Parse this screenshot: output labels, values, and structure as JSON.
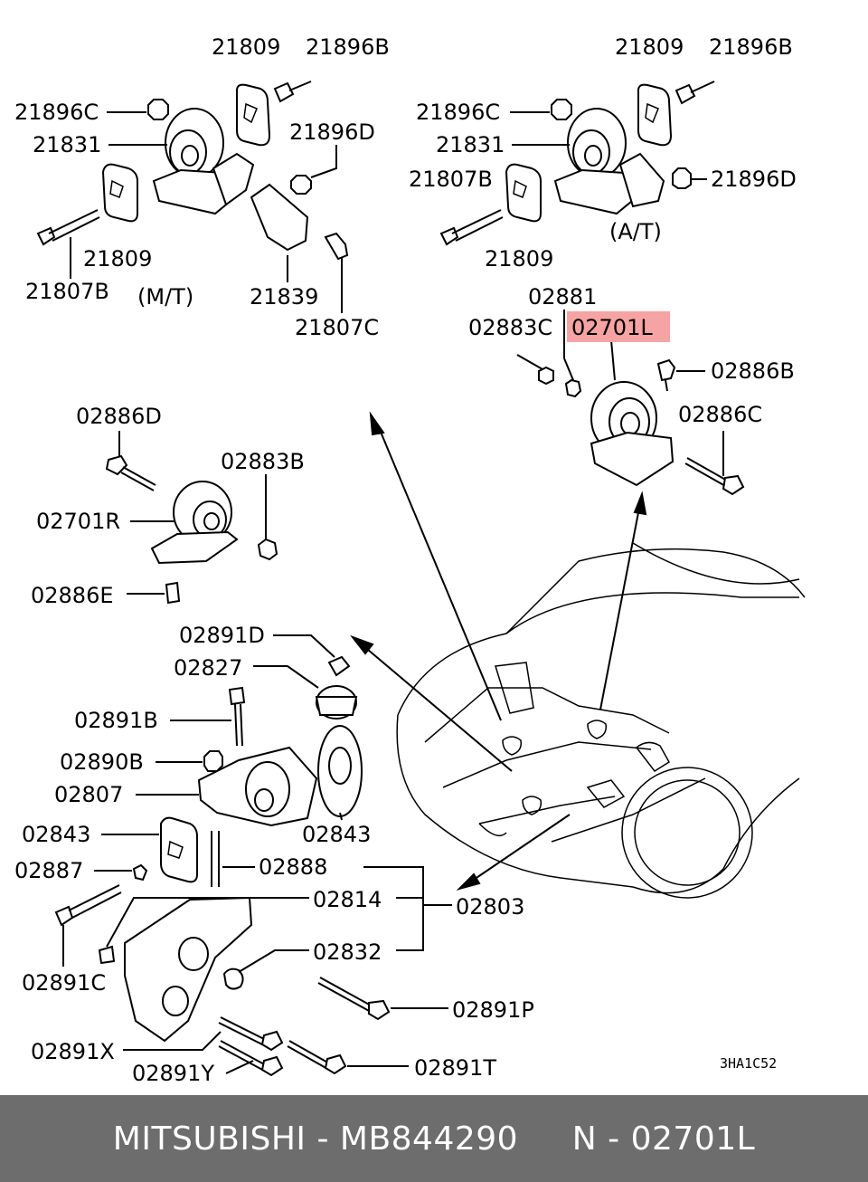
{
  "colors": {
    "footer_bg": "#6d6d6d",
    "highlight": "#f6a3a3",
    "ink": "#000000",
    "footer_text": "#ffffff"
  },
  "diagram_code": "3HA1C52",
  "footer": {
    "text": "MITSUBISHI - MB844290     N - 02701L"
  },
  "labels": {
    "l_21809_a": "21809",
    "l_21896b_a": "21896B",
    "l_21896c_a": "21896C",
    "l_21831_a": "21831",
    "l_21896d_a": "21896D",
    "l_21809_b": "21809",
    "l_21807b_a": "21807B",
    "l_mt": "(M/T)",
    "l_21839": "21839",
    "l_21807c": "21807C",
    "l_21809_c": "21809",
    "l_21896b_b": "21896B",
    "l_21896c_b": "21896C",
    "l_21831_b": "21831",
    "l_21807b_b": "21807B",
    "l_21896d_b": "21896D",
    "l_at": "(A/T)",
    "l_21809_d": "21809",
    "l_02881": "02881",
    "l_02883c": "02883C",
    "l_02701l": "02701L",
    "l_02886b": "02886B",
    "l_02886c": "02886C",
    "l_02886d": "02886D",
    "l_02883b": "02883B",
    "l_02701r": "02701R",
    "l_02886e": "02886E",
    "l_02891d": "02891D",
    "l_02827": "02827",
    "l_02891b": "02891B",
    "l_02890b": "02890B",
    "l_02807": "02807",
    "l_02843_a": "02843",
    "l_02843_b": "02843",
    "l_02887": "02887",
    "l_02888": "02888",
    "l_02814": "02814",
    "l_02803": "02803",
    "l_02832": "02832",
    "l_02891c": "02891C",
    "l_02891p": "02891P",
    "l_02891x": "02891X",
    "l_02891y": "02891Y",
    "l_02891t": "02891T"
  }
}
